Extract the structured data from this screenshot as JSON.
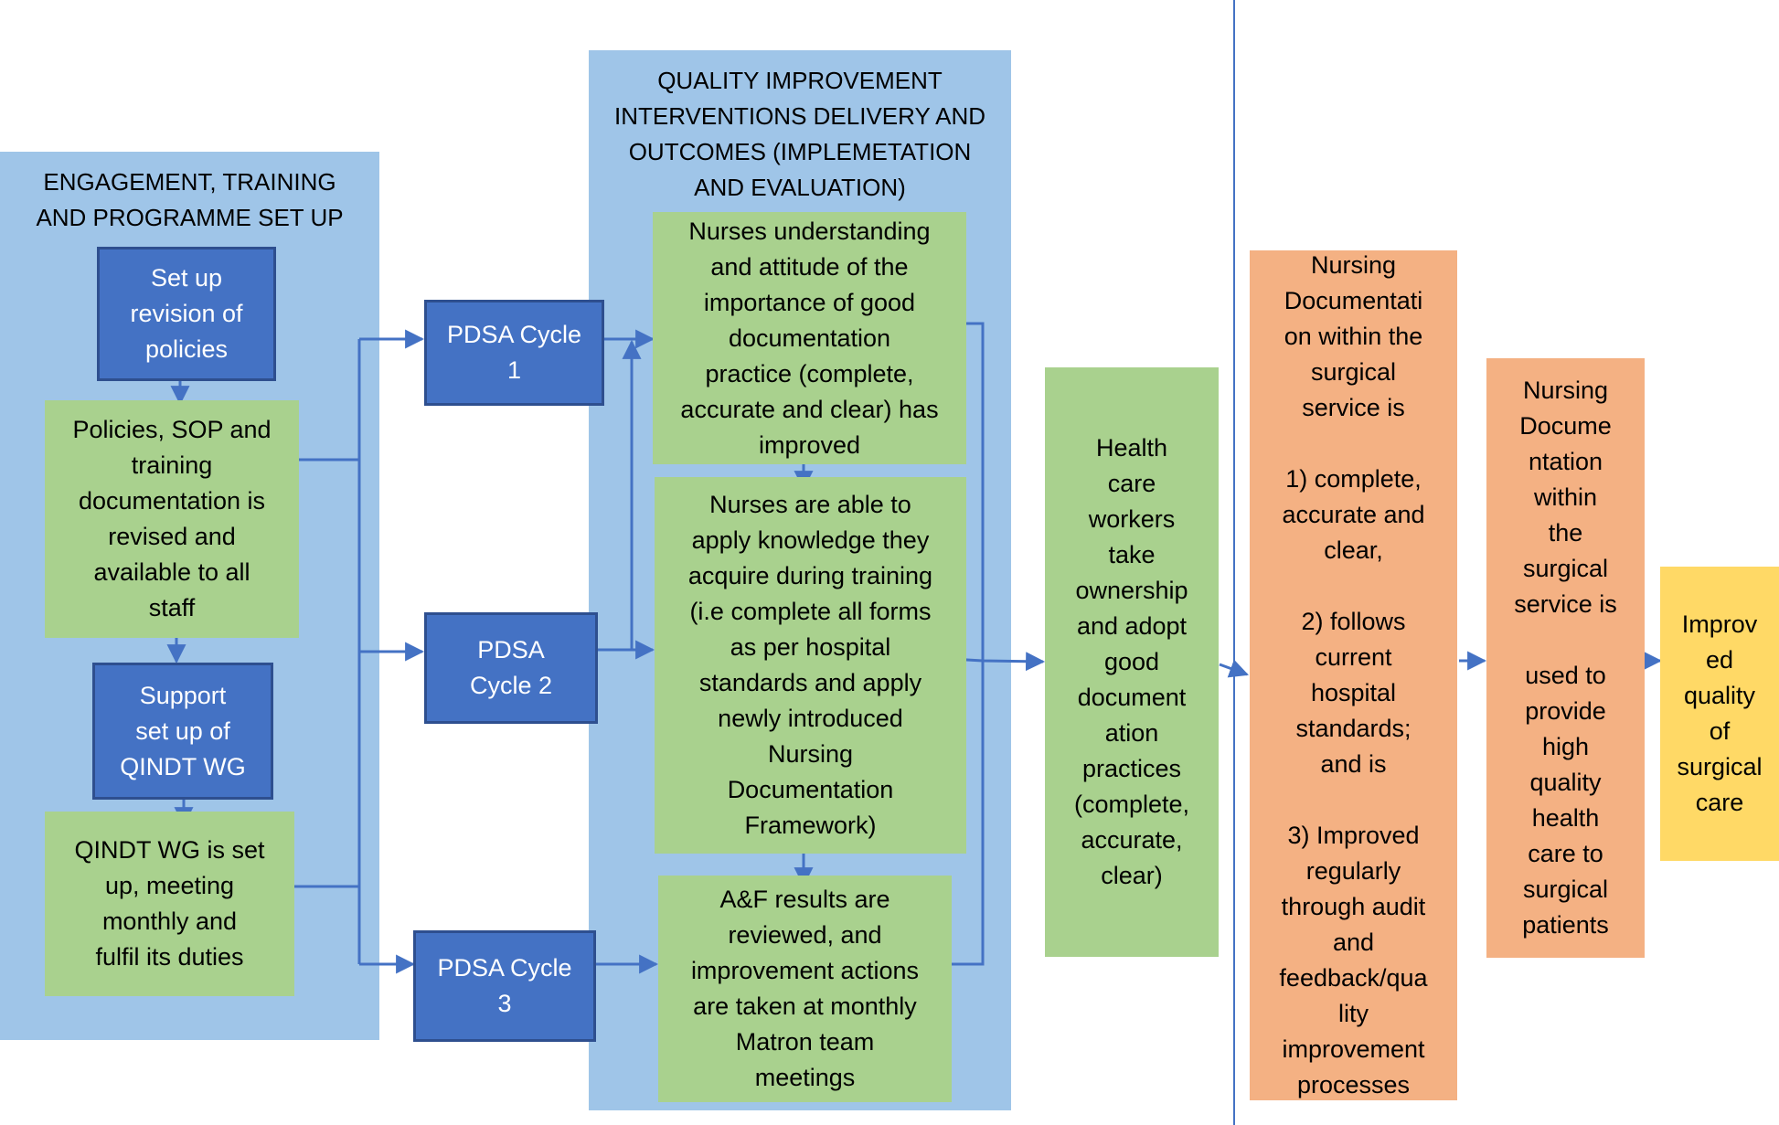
{
  "colors": {
    "panel_background": "#9fc5e8",
    "blue_box": "#4472c4",
    "green_box": "#a9d18e",
    "orange_box": "#f4b183",
    "yellow_box": "#ffd966",
    "arrow": "#4472c4"
  },
  "panels": {
    "engagement": {
      "title": "ENGAGEMENT, TRAINING\nAND PROGRAMME SET UP"
    },
    "interventions": {
      "title": "QUALITY IMPROVEMENT\nINTERVENTIONS DELIVERY AND\nOUTCOMES (IMPLEMETATION\nAND EVALUATION)"
    }
  },
  "boxes": {
    "setup_policies": "Set up\nrevision of\npolicies",
    "policies_revised": "Policies, SOP and\ntraining\ndocumentation is\nrevised and\navailable to all\nstaff",
    "support_qindt": "Support\nset up of\nQINDT WG",
    "qindt_setup": "QINDT WG is set\nup, meeting\nmonthly and\nfulfil its duties",
    "pdsa1": "PDSA Cycle\n1",
    "pdsa2": "PDSA\nCycle 2",
    "pdsa3": "PDSA Cycle\n3",
    "nurses_understanding": "Nurses understanding\nand attitude of the\nimportance of good\ndocumentation\npractice (complete,\naccurate and clear) has\nimproved",
    "nurses_apply": "Nurses are able to\napply knowledge they\nacquire during training\n(i.e complete all forms\nas per hospital\nstandards and apply\nnewly introduced\nNursing\nDocumentation\nFramework)",
    "af_results": "A&F results are\nreviewed, and\nimprovement actions\nare taken at monthly\nMatron team\nmeetings",
    "health_care_workers": "Health\ncare\nworkers\ntake\nownership\nand adopt\ngood\ndocument\nation\npractices\n(complete,\naccurate,\nclear)",
    "nursing_documentation": "Nursing\nDocumentati\non within the\nsurgical\nservice is\n\n1) complete,\naccurate and\nclear,\n\n2)  follows\ncurrent\nhospital\nstandards;\nand is\n\n3) Improved\nregularly\nthrough audit\nand\nfeedback/qua\nlity\nimprovement\nprocesses",
    "nursing_documentation_used": "Nursing\nDocume\nntation\nwithin\nthe\nsurgical\nservice is\n\nused to\nprovide\nhigh\nquality\nhealth\ncare to\nsurgical\npatients",
    "improved_quality": "Improv\ned\nquality\nof\nsurgical\ncare"
  }
}
